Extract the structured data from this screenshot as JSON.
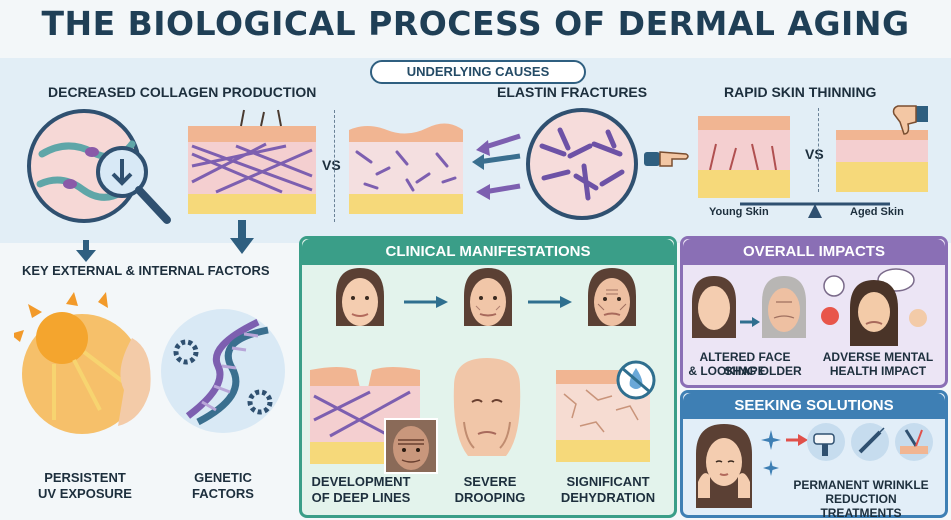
{
  "title": "THE BIOLOGICAL PROCESS OF DERMAL AGING",
  "causes": {
    "pill": "UNDERLYING CAUSES",
    "collagen": "DECREASED COLLAGEN PRODUCTION",
    "elastin": "ELASTIN FRACTURES",
    "thinning": "RAPID SKIN THINNING",
    "vs": "VS",
    "young": "Young Skin",
    "aged": "Aged Skin"
  },
  "factors": {
    "heading": "KEY EXTERNAL & INTERNAL FACTORS",
    "uv_line1": "PERSISTENT",
    "uv_line2": "UV EXPOSURE",
    "gen_line1": "GENETIC",
    "gen_line2": "FACTORS"
  },
  "clinical": {
    "heading": "CLINICAL MANIFESTATIONS",
    "lines_1": "DEVELOPMENT",
    "lines_2": "OF DEEP LINES",
    "droop_1": "SEVERE",
    "droop_2": "DROOPING",
    "dehyd_1": "SIGNIFICANT",
    "dehyd_2": "DEHYDRATION"
  },
  "impacts": {
    "heading": "OVERALL IMPACTS",
    "face_1": "ALTERED FACE SHAPE",
    "face_2": "& LOOKING OLDER",
    "mental_1": "ADVERSE MENTAL",
    "mental_2": "HEALTH IMPACT"
  },
  "solutions": {
    "heading": "SEEKING SOLUTIONS",
    "line1": "PERMANENT WRINKLE",
    "line2": "REDUCTION TREATMENTS"
  },
  "colors": {
    "navy": "#1f3f56",
    "green_head": "#3a9e88",
    "green_bg": "#e3f3ec",
    "purple_head": "#8a6fb5",
    "purple_bg": "#ece5f5",
    "blue_head": "#3e7fb4",
    "blue_bg": "#e2eef8"
  }
}
